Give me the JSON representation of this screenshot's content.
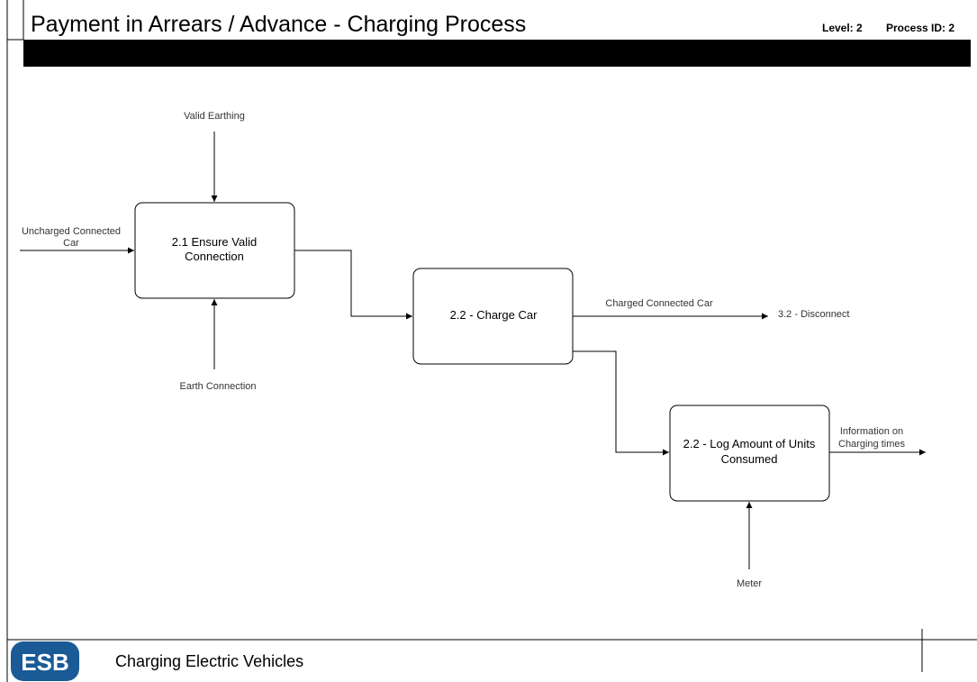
{
  "header": {
    "title": "Payment in Arrears / Advance - Charging Process",
    "level": "Level: 2",
    "process_id": "Process ID: 2"
  },
  "diagram": {
    "processes": [
      {
        "id": "p21",
        "lines": [
          "2.1 Ensure Valid",
          "Connection"
        ]
      },
      {
        "id": "p22",
        "lines": [
          "2.2 - Charge Car"
        ]
      },
      {
        "id": "p22b",
        "lines": [
          "2.2 - Log Amount of Units",
          "Consumed"
        ]
      }
    ],
    "flows": {
      "valid_earthing": "Valid Earthing",
      "uncharged_car": [
        "Uncharged Connected",
        "Car"
      ],
      "earth_connection": "Earth Connection",
      "charged_car": "Charged Connected Car",
      "disconnect": "3.2 - Disconnect",
      "information": [
        "Information on",
        "Charging times"
      ],
      "meter": "Meter"
    }
  },
  "footer": {
    "logo_text": "ESB",
    "title": "Charging Electric Vehicles",
    "logo_color": "#1a5a96"
  }
}
